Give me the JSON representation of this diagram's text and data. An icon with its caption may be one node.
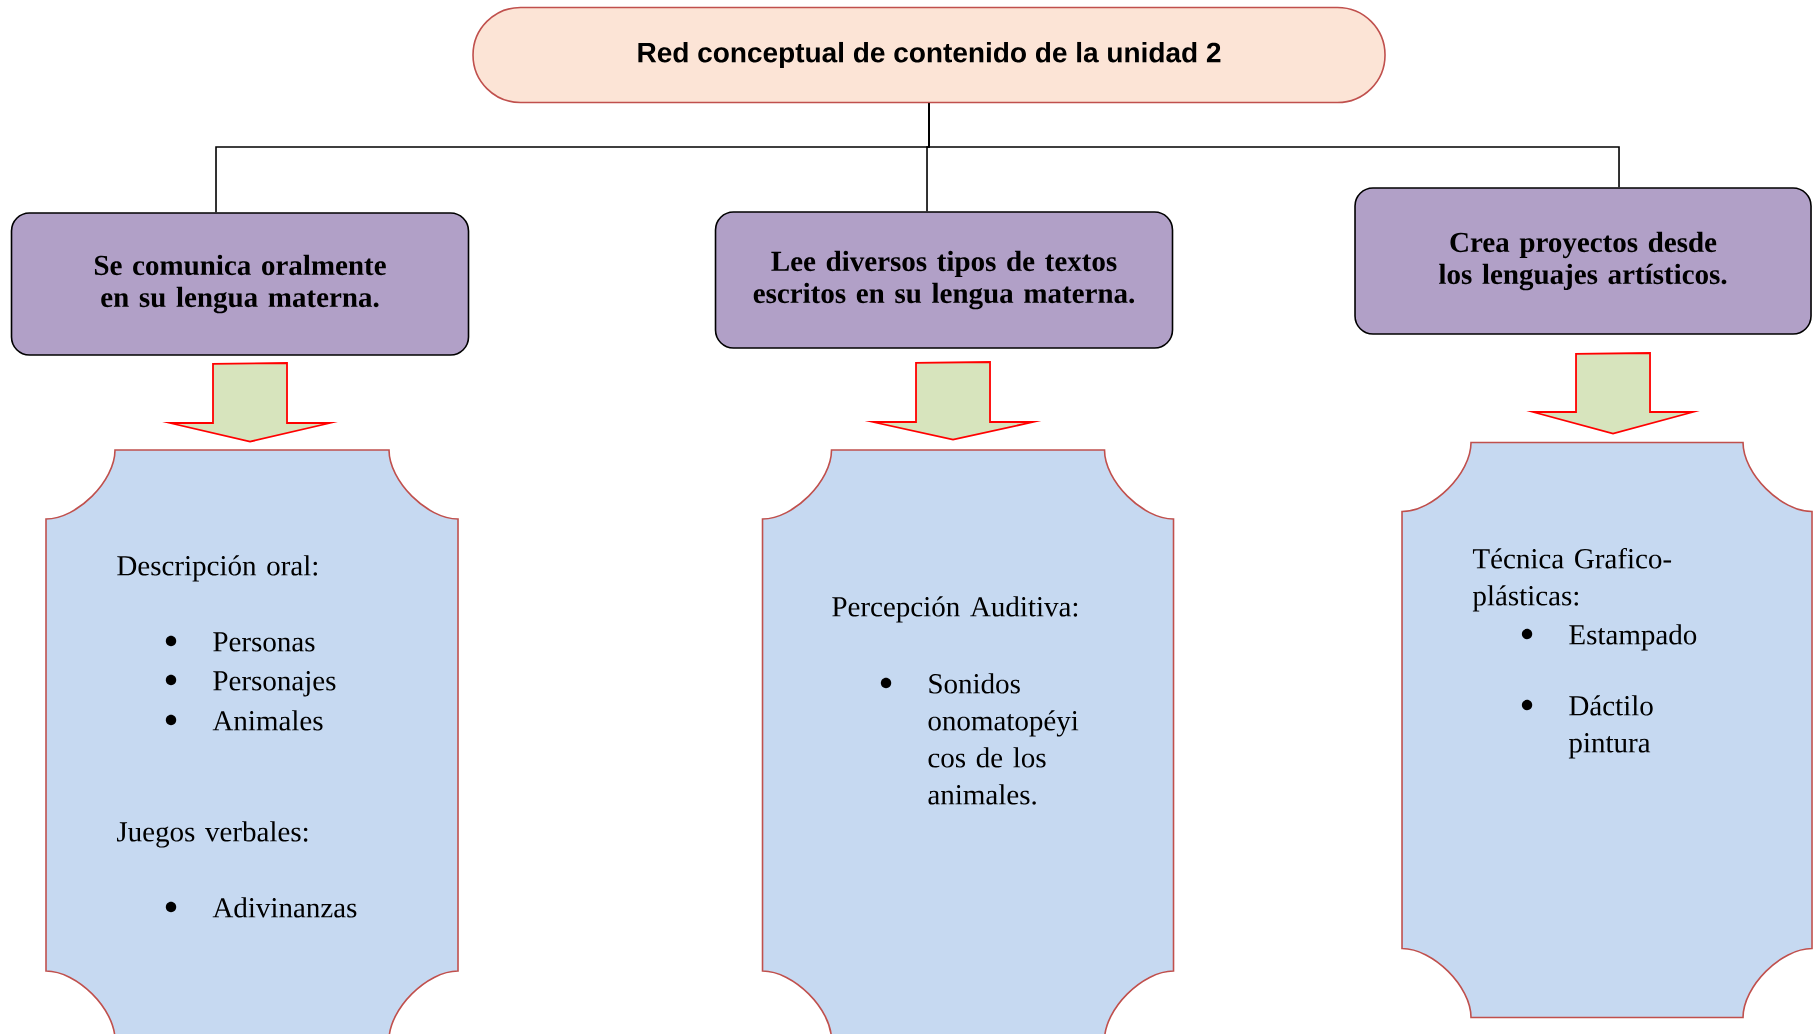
{
  "diagram": {
    "nodes": [
      {
        "text": [
          "Red conceptual de contenido de la unidad 2"
        ]
      },
      {
        "text": [
          "Se comunica oralmente en su lengua materna."
        ]
      },
      {
        "text": [
          "Lee diversos tipos de textos escritos en su lengua materna."
        ]
      },
      {
        "text": [
          "Crea proyectos desde los lenguajes artísticos."
        ]
      },
      {
        "text": [
          "Descripción oral:",
          "Personas",
          "Personajes",
          "Animales",
          "Juegos verbales:",
          "Adivinanzas"
        ]
      },
      {
        "text": [
          "Percepción Auditiva:",
          "Sonidos onomatopéyi cos de los animales."
        ]
      },
      {
        "text": [
          "Técnica Grafico-plásticas:",
          "Estampado",
          "Dáctilo pintura"
        ]
      }
    ],
    "edges": [
      {
        "from": 0,
        "to": 1,
        "arrow": "none"
      },
      {
        "from": 0,
        "to": 2,
        "arrow": "none"
      },
      {
        "from": 0,
        "to": 3,
        "arrow": "none"
      },
      {
        "from": 1,
        "to": 4,
        "arrow": "to",
        "style": "thick"
      },
      {
        "from": 2,
        "to": 5,
        "arrow": "to",
        "style": "thick"
      },
      {
        "from": 3,
        "to": 6,
        "arrow": "to",
        "style": "thick"
      }
    ]
  }
}
